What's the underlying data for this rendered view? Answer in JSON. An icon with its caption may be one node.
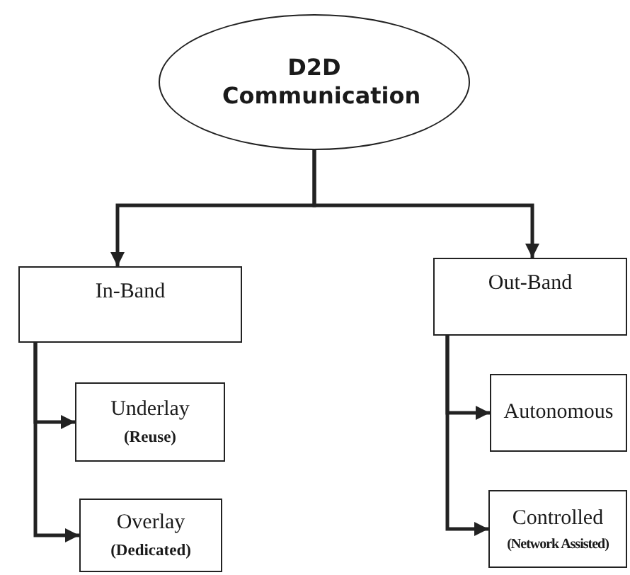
{
  "diagram": {
    "nodes": [
      {
        "text": [
          "D2D Communication"
        ]
      },
      {
        "text": [
          "In-Band"
        ]
      },
      {
        "text": [
          "Out-Band"
        ]
      },
      {
        "text": [
          "Underlay",
          "(Reuse)"
        ]
      },
      {
        "text": [
          "Overlay",
          "(Dedicated)"
        ]
      },
      {
        "text": [
          "Autonomous"
        ]
      },
      {
        "text": [
          "Controlled",
          "(Network Assisted)"
        ]
      }
    ],
    "edges": [
      {
        "from": 0,
        "to": 1,
        "arrow": "to"
      },
      {
        "from": 0,
        "to": 2,
        "arrow": "to"
      },
      {
        "from": 1,
        "to": 3,
        "arrow": "to"
      },
      {
        "from": 1,
        "to": 4,
        "arrow": "to"
      },
      {
        "from": 2,
        "to": 5,
        "arrow": "to"
      },
      {
        "from": 2,
        "to": 6,
        "arrow": "to"
      }
    ]
  }
}
